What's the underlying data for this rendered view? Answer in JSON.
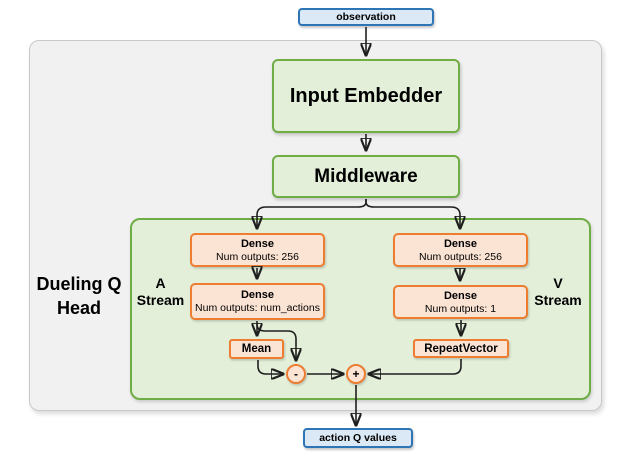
{
  "nodes": {
    "observation": {
      "label": "observation"
    },
    "input_embedder": {
      "label": "Input Embedder"
    },
    "middleware": {
      "label": "Middleware"
    },
    "a_dense_1": {
      "title": "Dense",
      "subtitle": "Num outputs: 256"
    },
    "a_dense_2": {
      "title": "Dense",
      "subtitle": "Num outputs: num_actions"
    },
    "v_dense_1": {
      "title": "Dense",
      "subtitle": "Num outputs: 256"
    },
    "v_dense_2": {
      "title": "Dense",
      "subtitle": "Num outputs: 1"
    },
    "mean": {
      "label": "Mean"
    },
    "repeat_vector": {
      "label": "RepeatVector"
    },
    "subtract_op": {
      "label": "-"
    },
    "add_op": {
      "label": "+"
    },
    "action_q_values": {
      "label": "action Q values"
    }
  },
  "labels": {
    "dueling_q_head": {
      "line1": "Dueling Q",
      "line2": "Head"
    },
    "a_stream": {
      "line1": "A",
      "line2": "Stream"
    },
    "v_stream": {
      "line1": "V",
      "line2": "Stream"
    }
  },
  "colors": {
    "blue_border": "#2e75b6",
    "blue_fill": "#dbe8f5",
    "green_border": "#70ad47",
    "green_fill": "#e3efd9",
    "orange_border": "#ed7d31",
    "orange_fill": "#fce4d4",
    "outer_fill": "#f1f1f1",
    "outer_border": "#c9c9c9",
    "arrow": "#1f1f1f"
  }
}
